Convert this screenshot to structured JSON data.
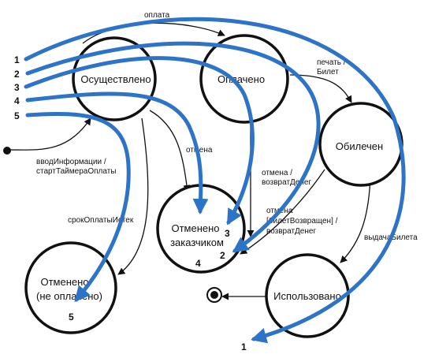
{
  "states": {
    "implemented": {
      "label": "Осуществлено"
    },
    "paid": {
      "label": "Оплачено"
    },
    "ticketed": {
      "label": "Обилечен"
    },
    "cancelled_by_customer": {
      "lines": [
        "Отменено",
        "заказчиком"
      ]
    },
    "cancelled_unpaid": {
      "lines": [
        "Отменено",
        "(не оплачено)"
      ]
    },
    "used": {
      "label": "Использовано"
    }
  },
  "transitions": {
    "payment": "оплата",
    "print": [
      "печать /",
      "Билет"
    ],
    "cancel": "отмена",
    "cancel_refund": [
      "отмена /",
      "возвратДенег"
    ],
    "cancel_ticket": [
      "отмена",
      "[билетВозвращен] /",
      "возвратДенег"
    ],
    "initial": [
      "вводИнформации /",
      "стартТаймераОплаты"
    ],
    "timeout": "срокОплатыИстек",
    "issue": "выдачаБилета"
  },
  "paths": {
    "start_labels": [
      "1",
      "2",
      "3",
      "4",
      "5"
    ],
    "end_labels": {
      "p1": "1",
      "p2": "2",
      "p3": "3",
      "p4": "4",
      "p5": "5"
    }
  },
  "colors": {
    "path": "#2d74c8",
    "ink": "#111111"
  }
}
